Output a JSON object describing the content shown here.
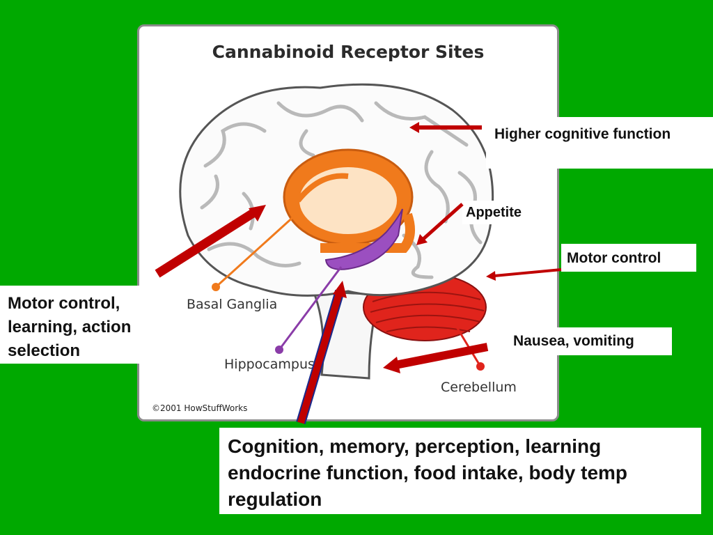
{
  "figure": {
    "title": "Cannabinoid Receptor Sites",
    "labels": {
      "basal_ganglia": "Basal Ganglia",
      "hippocampus": "Hippocampus",
      "cerebellum": "Cerebellum"
    },
    "copyright": "©2001 HowStuffWorks"
  },
  "callouts": {
    "higher_cognitive": "Higher cognitive function",
    "appetite": "Appetite",
    "motor_control": "Motor control",
    "nausea": "Nausea, vomiting",
    "basal_ganglia_role": "Motor control, learning, action selection",
    "hippocampus_role": "Cognition, memory, perception, learning endocrine function, food intake, body temp regulation"
  },
  "colors": {
    "background": "#00a900",
    "arrow": "#c00000",
    "basal_ganglia": "#f07a1c",
    "hippocampus": "#8a3ca8",
    "cerebellum": "#e0241c"
  }
}
